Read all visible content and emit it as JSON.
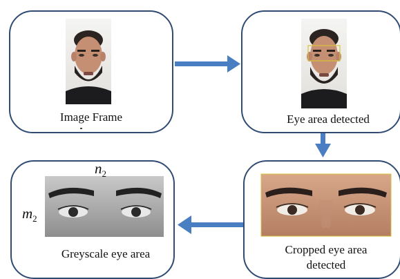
{
  "boxes": {
    "image_frame": {
      "label": "Image Frame"
    },
    "eye_detected": {
      "label": "Eye area detected"
    },
    "cropped": {
      "label_line1": "Cropped eye area",
      "label_line2": "detected"
    },
    "greyscale": {
      "label": "Greyscale eye area"
    }
  },
  "dimensions": {
    "width_symbol": "n",
    "width_sub": "2",
    "height_symbol": "m",
    "height_sub": "2"
  },
  "colors": {
    "arrow": "#4a7ec2",
    "box_border": "#2f4a73",
    "detection_box": "#d8c23a"
  }
}
